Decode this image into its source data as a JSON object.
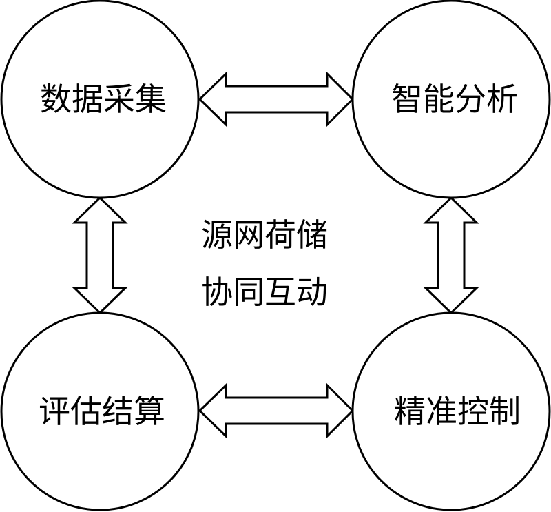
{
  "nodes": {
    "top_left": "数据采集",
    "top_right": "智能分析",
    "bottom_left": "评估结算",
    "bottom_right": "精准控制"
  },
  "center": {
    "line1": "源网荷储",
    "line2": "协同互动"
  },
  "arrows": {
    "style": "double-headed hollow"
  }
}
